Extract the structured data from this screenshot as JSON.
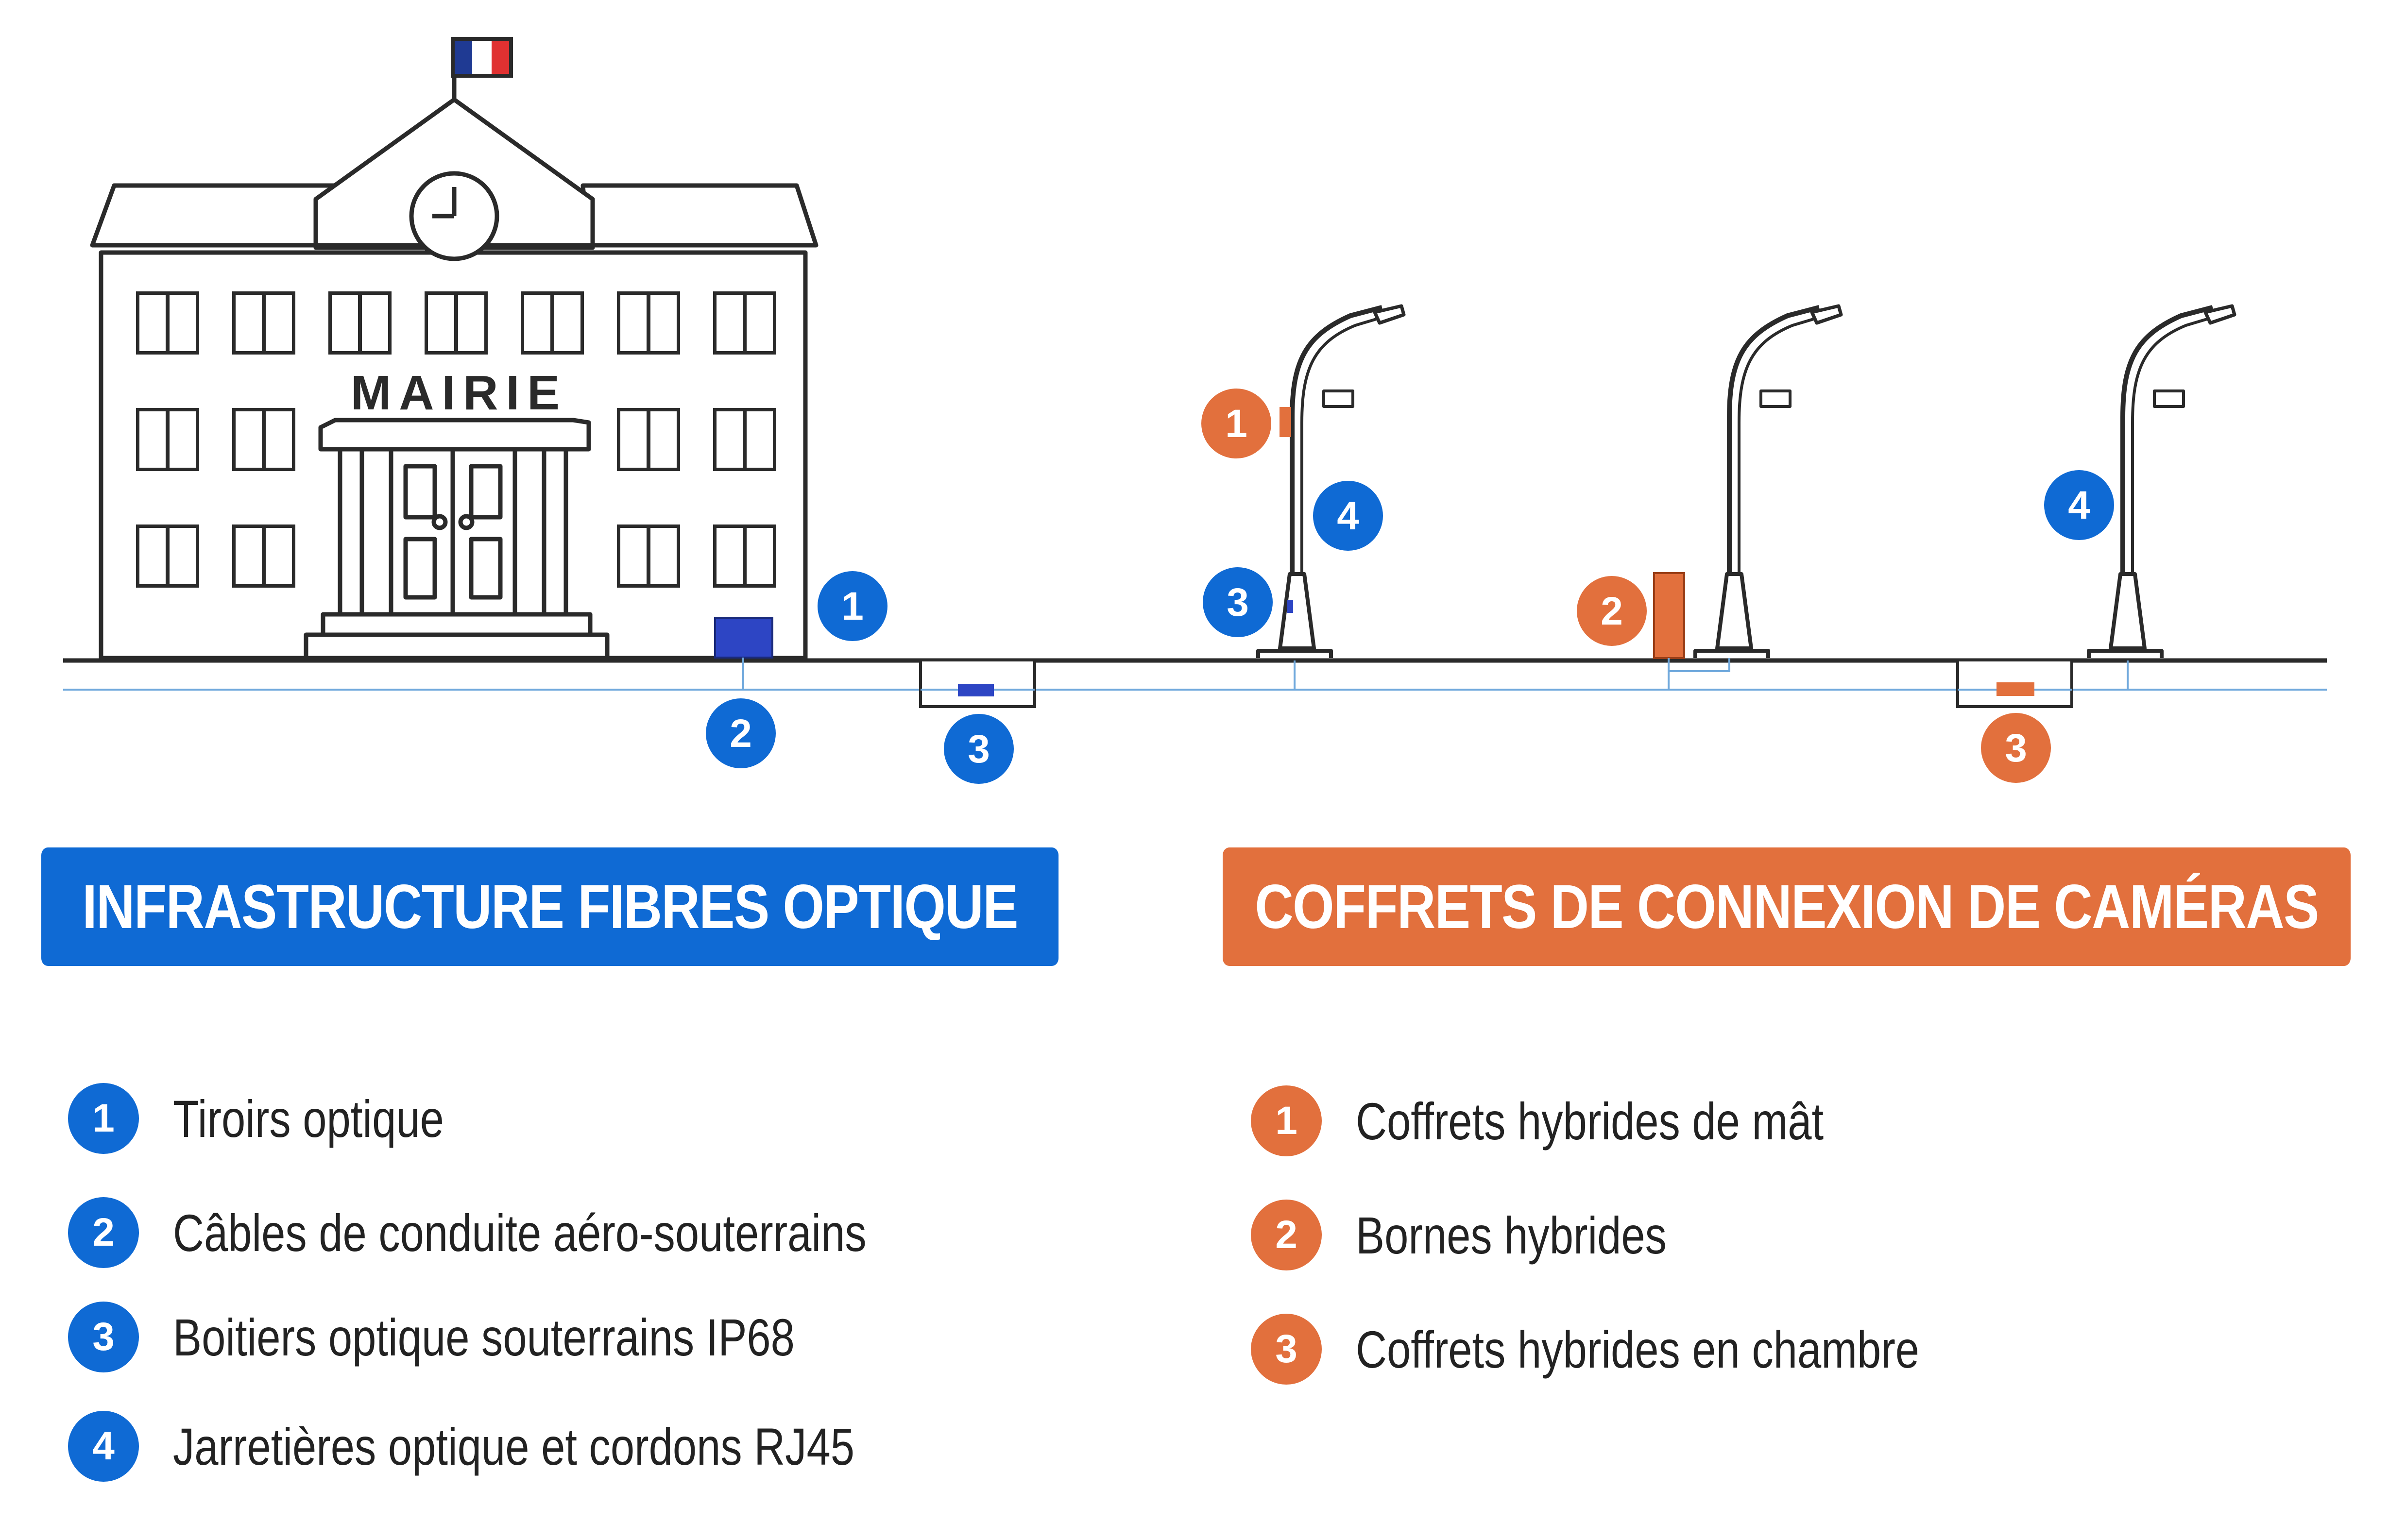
{
  "building_sign": "MAIRIE",
  "colors": {
    "blue": "#0f6ad4",
    "orange": "#e2703d",
    "line": "#2a2a2a",
    "cable": "#6fa8dc"
  },
  "markers": {
    "building_1": "1",
    "cable_2": "2",
    "chamber_3": "3",
    "pole_orange_1": "1",
    "pole_blue_4": "4",
    "pole_blue_3": "3",
    "borne_orange_2": "2",
    "chamber_orange_3": "3",
    "pole3_blue_4": "4"
  },
  "banners": {
    "left": "INFRASTRUCTURE FIBRES OPTIQUE",
    "right": "COFFRETS DE CONNEXION DE CAMÉRAS"
  },
  "legend_left": [
    {
      "num": "1",
      "text": "Tiroirs optique"
    },
    {
      "num": "2",
      "text": "Câbles de conduite aéro-souterrains"
    },
    {
      "num": "3",
      "text": "Boitiers optique souterrains IP68"
    },
    {
      "num": "4",
      "text": "Jarretières optique et cordons RJ45"
    }
  ],
  "legend_right": [
    {
      "num": "1",
      "text": "Coffrets hybrides de mât"
    },
    {
      "num": "2",
      "text": "Bornes hybrides"
    },
    {
      "num": "3",
      "text": "Coffrets hybrides en chambre"
    }
  ]
}
